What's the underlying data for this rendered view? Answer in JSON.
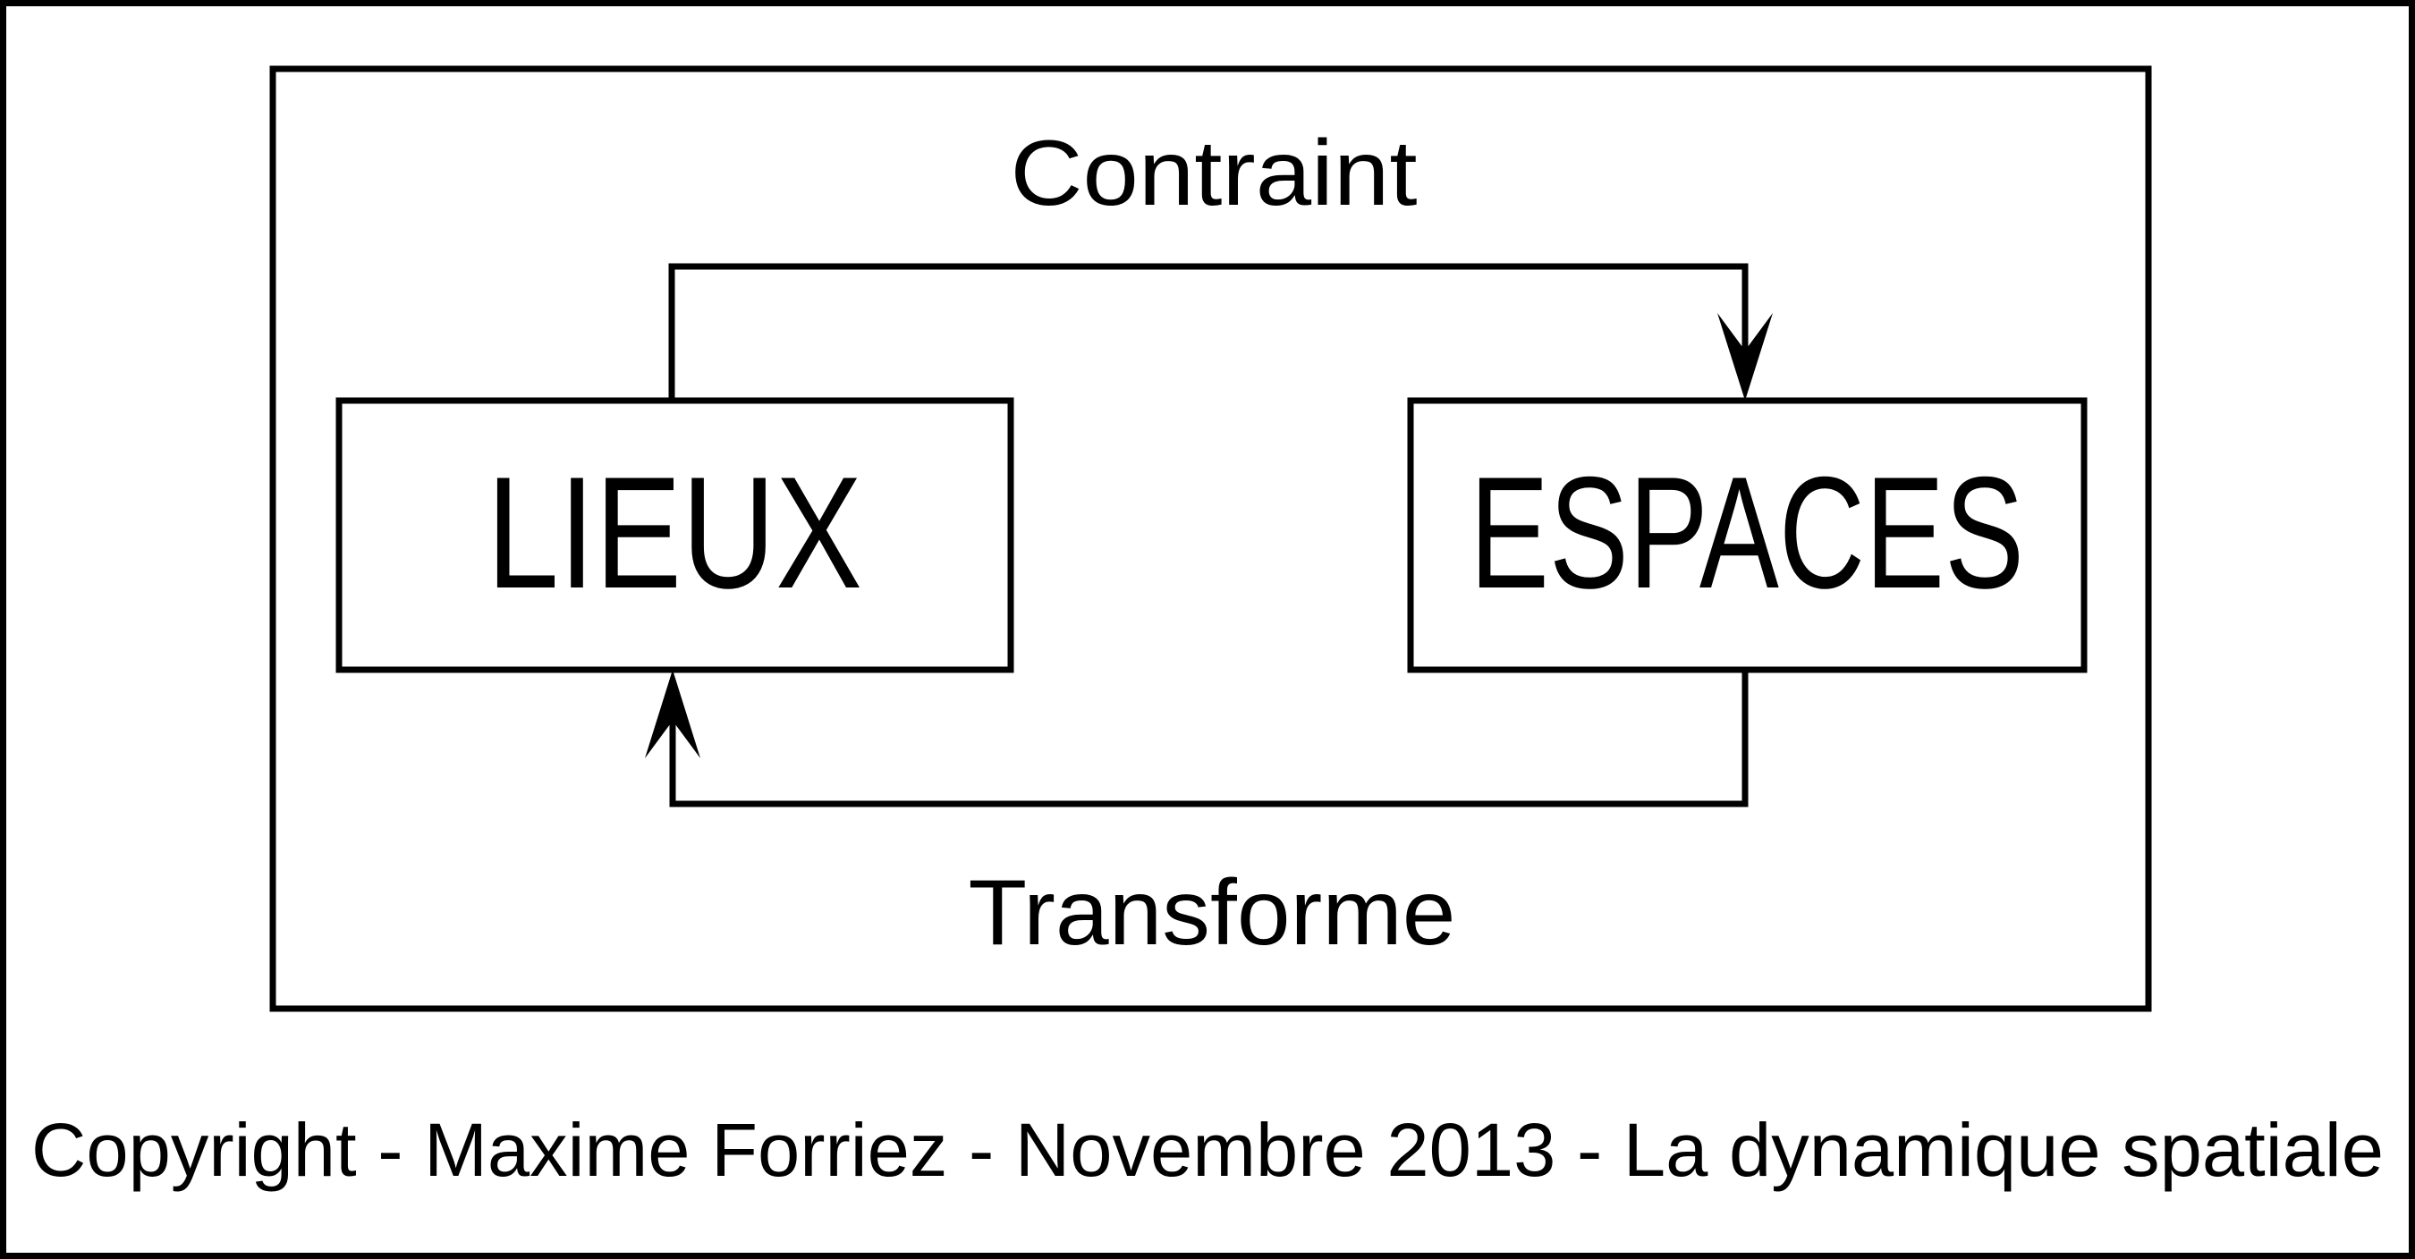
{
  "diagram": {
    "nodes": [
      {
        "id": "lieux",
        "label": "LIEUX"
      },
      {
        "id": "espaces",
        "label": "ESPACES"
      }
    ],
    "edges": [
      {
        "from": "lieux",
        "to": "espaces",
        "label": "Contraint"
      },
      {
        "from": "espaces",
        "to": "lieux",
        "label": "Transforme"
      }
    ],
    "footer": "Copyright - Maxime Forriez - Novembre 2013 - La dynamique spatiale"
  }
}
